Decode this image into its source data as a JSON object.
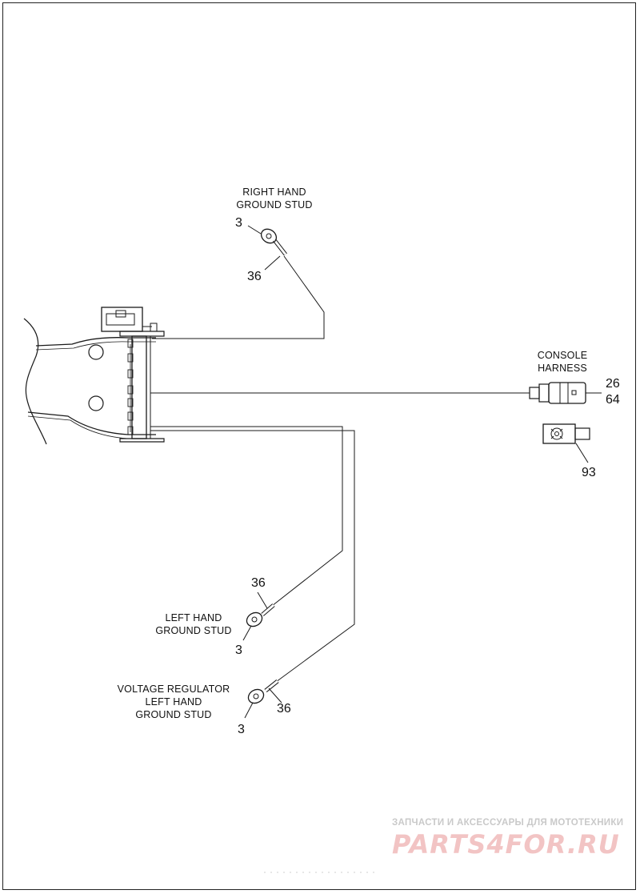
{
  "labels": {
    "right_hand_stud": [
      "RIGHT HAND",
      "GROUND STUD"
    ],
    "console_harness": [
      "CONSOLE",
      "HARNESS"
    ],
    "left_hand_stud": [
      "LEFT HAND",
      "GROUND STUD"
    ],
    "voltage_regulator_stud": [
      "VOLTAGE REGULATOR",
      "LEFT HAND",
      "GROUND STUD"
    ]
  },
  "callouts": {
    "rh_ring": "3",
    "rh_wire": "36",
    "harness_a": "26",
    "harness_b": "64",
    "harness_clip": "93",
    "lh_wire": "36",
    "lh_ring": "3",
    "vr_wire": "36",
    "vr_ring": "3"
  },
  "watermark": {
    "tagline": "ЗАПЧАСТИ И АКСЕССУАРЫ ДЛЯ МОТОТЕХНИКИ",
    "logo": "PARTS4FOR.RU"
  },
  "colors": {
    "line": "#1a1a1a",
    "watermark_text": "#c9c9c9",
    "watermark_logo": "#f2c4c4"
  }
}
